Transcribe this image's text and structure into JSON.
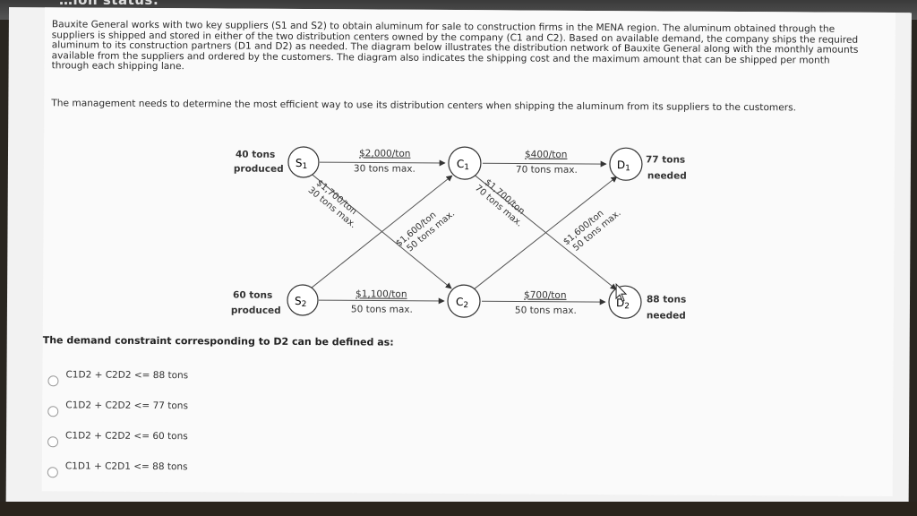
{
  "top_cut_text": "…ion status:",
  "intro": "Bauxite General works with two key suppliers (S1 and S2) to obtain aluminum for sale to construction firms in the MENA region. The aluminum obtained through the suppliers is shipped and stored in either of the two distribution centers owned by the company (C1 and C2). Based on available demand, the company ships the required aluminum to its construction partners (D1 and D2) as needed. The diagram below illustrates the distribution network of Bauxite General along with the monthly amounts available from the suppliers and ordered by the customers. The diagram also indicates the shipping cost and the maximum amount that can be shipped per month through each shipping lane.",
  "task": "The management needs to determine the most efficient way to use its distribution centers when shipping the aluminum from its suppliers to the customers.",
  "diagram": {
    "s1_supply": "40 tons",
    "s1_word": "produced",
    "s2_supply": "60 tons",
    "s2_word": "produced",
    "d1_demand": "77 tons",
    "d1_word": "needed",
    "d2_demand": "88 tons",
    "d2_word": "needed",
    "lanes": {
      "s1c1_cost": "$2,000/ton",
      "s1c1_max": "30 tons max.",
      "s1c2_cost": "$1,700/ton",
      "s1c2_max": "30 tons max.",
      "s2c1_cost": "$1,600/ton",
      "s2c1_max": "50 tons max.",
      "s2c2_cost": "$1,100/ton",
      "s2c2_max": "50 tons max.",
      "c1d1_cost": "$400/ton",
      "c1d1_max": "70 tons max.",
      "c1d2_cost": "$1,700/ton",
      "c1d2_max": "70 tons max.",
      "c2d1_cost": "$1,600/ton",
      "c2d1_max": "50 tons max.",
      "c2d2_cost": "$700/ton",
      "c2d2_max": "50 tons max."
    }
  },
  "question": "The demand constraint corresponding to D2 can be defined as:",
  "options": [
    "C1D2 + C2D2 <= 88 tons",
    "C1D2 + C2D2 <= 77 tons",
    "C1D2 + C2D2 <= 60 tons",
    "C1D1 + C2D1 <= 88 tons"
  ],
  "colors": {
    "page": "#f2f2f2",
    "text": "#2b2b2b",
    "frame": "#2a241c"
  }
}
